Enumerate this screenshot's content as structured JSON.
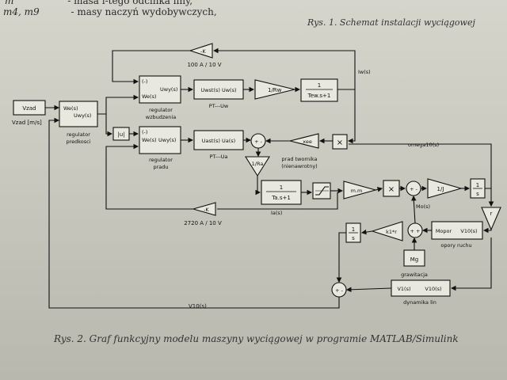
{
  "header": {
    "line1_sym": "m",
    "line1_text": "- masa i-tego odcinka liny,",
    "line2_sym": "m4, m9",
    "line2_text": "- masy naczyń wydobywczych,"
  },
  "caption_top": "Rys. 1. Schemat instalacji wyciągowej",
  "caption_bottom": "Rys. 2. Graf funkcyjny modelu maszyny wyciągowej w programie MATLAB/Simulink",
  "blocks": {
    "vzad": "Vzad",
    "vzad_label": "Vzad [m/s]",
    "reg_pred_in1": "We(s)",
    "reg_pred_in2": "Uwy(s)",
    "reg_pred_label1": "regulator",
    "reg_pred_label2": "predkosci",
    "abs": "|u|",
    "reg_wzb_minus": "(-)",
    "reg_wzb_uwy": "Uwy(s)",
    "reg_wzb_we": "We(s)",
    "reg_wzb_label1": "regulator",
    "reg_wzb_label2": "wzbudzenia",
    "ptuw_in": "Uwst(s) Uw(s)",
    "ptuw_label": "PT---Uw",
    "rw": "1/Rw",
    "tew_num": "1",
    "tew_den": "Tew.s+1",
    "iw": "Iw(s)",
    "gain100": "-K",
    "gain100_label": "100 A / 10 V",
    "reg_pr_minus": "(-)",
    "reg_pr_we": "We(s)",
    "reg_pr_uwy": "Uwy(s)",
    "reg_pr_label1": "regulator",
    "reg_pr_label2": "pradu",
    "ptua_in": "Uast(s) Ua(s)",
    "ptua_label": "PT---Ua",
    "sum_pm": "+ -",
    "ra": "1/Ra",
    "xee": "xee",
    "prad_label1": "prad twornika",
    "prad_label2": "(nienawrotny)",
    "mult": "×",
    "omega": "omega10(s)",
    "ta_num": "1",
    "ta_den": "Ta.s+1",
    "mm": "m.m",
    "invj": "1/J",
    "integ_num": "1",
    "integ_den": "s",
    "r": "r",
    "mo": "Mo(s)",
    "ia": "Ia(s)",
    "gain2720": "-K",
    "gain2720_label": "2720 A / 10 V",
    "int2_num": "1",
    "int2_den": "s",
    "k1r": "k1*r",
    "mopor": "Mopor",
    "v10": "V10(s)",
    "opory_label": "opory ruchu",
    "mg": "Mg",
    "graw_label": "grawitacja",
    "dyn_in": "V1(s)",
    "dyn_out": "V10(s)",
    "dyn_label": "dynamika lin",
    "v10_bottom": "V10(s)"
  }
}
